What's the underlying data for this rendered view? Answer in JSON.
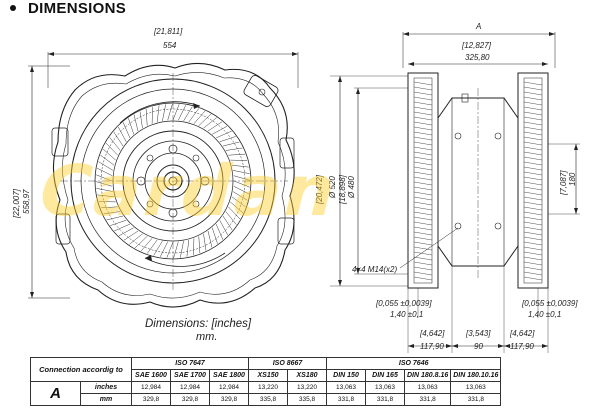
{
  "title": "DIMENSIONS",
  "front_view": {
    "top_dim_inches": "[21,811]",
    "top_dim_mm": "554",
    "left_dim_inches": "[22,007]",
    "left_dim_mm": "558,97",
    "caption": "Dimensions: [inches]",
    "caption_unit": "mm."
  },
  "side_view": {
    "label_A": "A",
    "width_inches": "[12,827]",
    "width_mm": "325,80",
    "dia1_inches": "[20,472]",
    "dia1_mm": "Ø 520",
    "dia2_inches": "[18,898]",
    "dia2_mm": "Ø 480",
    "right_dim_inches": "[7,087]",
    "right_dim_mm": "180",
    "thread_note": "4×4 M14(x2)",
    "left_gap_inches": "[0,055 ±0,0039]",
    "left_gap_mm": "1,40 ±0,1",
    "right_gap_inches": "[0,055 ±0,0039]",
    "right_gap_mm": "1,40 ±0,1",
    "left_pad_inches": "[4,642]",
    "left_pad_mm": "117,90",
    "center_inches": "[3,543]",
    "center_mm": "90",
    "right_pad_inches": "[4,642]",
    "right_pad_mm": "117,90"
  },
  "table": {
    "row_label": "Connection accordig to",
    "a_label": "A",
    "unit_inches": "inches",
    "unit_mm": "mm",
    "standards": [
      "ISO 7647",
      "ISO 8667",
      "ISO 7646"
    ],
    "columns": [
      "SAE 1600",
      "SAE 1700",
      "SAE 1800",
      "XS150",
      "XS180",
      "DIN 150",
      "DIN 165",
      "DIN 180.8.16",
      "DIN 180.10.16"
    ],
    "inches": [
      "12,984",
      "12,984",
      "12,984",
      "13,220",
      "13,220",
      "13,063",
      "13,063",
      "13,063",
      "13,063"
    ],
    "mm": [
      "329,8",
      "329,8",
      "329,8",
      "335,8",
      "335,8",
      "331,8",
      "331,8",
      "331,8",
      "331,8"
    ]
  },
  "watermark": "Cardan"
}
